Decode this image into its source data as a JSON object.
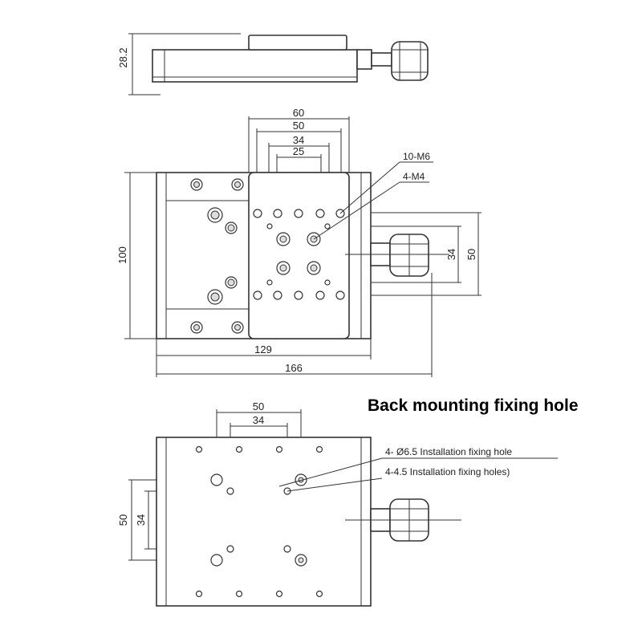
{
  "side_view": {
    "height_label": "28.2"
  },
  "top_view": {
    "dims": {
      "d60": "60",
      "d50": "50",
      "d34": "34",
      "d25": "25",
      "d100": "100",
      "d34_right": "34",
      "d50_right": "50",
      "d129": "129",
      "d166": "166"
    },
    "callouts": {
      "m6": "10-M6",
      "m4": "4-M4"
    }
  },
  "back_view": {
    "heading": "Back mounting fixing hole",
    "dims": {
      "d50_top": "50",
      "d34_top": "34",
      "d50_left": "50",
      "d34_left": "34"
    },
    "callouts": {
      "hole_65": "4- Ø6.5 Installation fixing hole",
      "hole_45": "4-4.5 Installation fixing holes)"
    }
  }
}
